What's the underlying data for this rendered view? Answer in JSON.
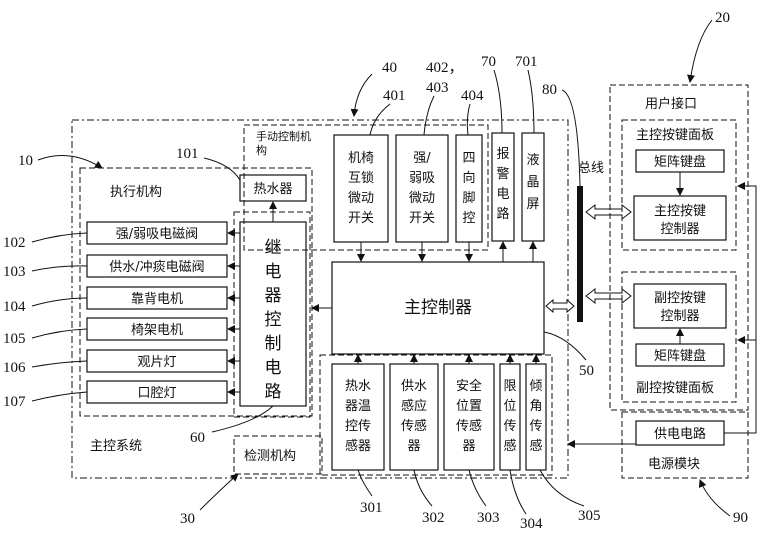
{
  "figure": {
    "user_interface": "用户接口",
    "main_panel": "主控按键面板",
    "sub_panel": "副控按键面板",
    "matrix_keypad": "矩阵键盘",
    "main_key_controller": [
      "主控按键",
      "控制器"
    ],
    "sub_key_controller": [
      "副控按键",
      "控制器"
    ],
    "power_circuit": "供电电路",
    "power_module": "电源模块",
    "bus": "总线",
    "actuator": "执行机构",
    "water_heater": "热水器",
    "actuators": [
      "强/弱吸电磁阀",
      "供水/冲痰电磁阀",
      "靠背电机",
      "椅架电机",
      "观片灯",
      "口腔灯"
    ],
    "relay_circuit": [
      "继",
      "电",
      "器",
      "控",
      "制",
      "电",
      "路"
    ],
    "main_controller": "主控制器",
    "main_system": "主控系统",
    "detection": "检测机构",
    "manual_control": [
      "手动控制机",
      "构"
    ],
    "interlock_switch": [
      "机椅",
      "互锁",
      "微动",
      "开关"
    ],
    "suction_switch": [
      "强/",
      "弱吸",
      "微动",
      "开关"
    ],
    "foot_control": [
      "四",
      "向",
      "脚",
      "控"
    ],
    "alarm_circuit": [
      "报",
      "警",
      "电",
      "路"
    ],
    "lcd": [
      "液",
      "晶",
      "屏"
    ],
    "sensor_heater": [
      "热水",
      "器温",
      "控传",
      "感器"
    ],
    "sensor_water": [
      "供水",
      "感应",
      "传感",
      "器"
    ],
    "sensor_safety": [
      "安全",
      "位置",
      "传感",
      "器"
    ],
    "sensor_limit": [
      "限",
      "位",
      "传",
      "感"
    ],
    "sensor_tilt": [
      "倾",
      "角",
      "传",
      "感"
    ]
  },
  "refs": {
    "r10": "10",
    "r20": "20",
    "r30": "30",
    "r40": "40",
    "r50": "50",
    "r60": "60",
    "r70": "70",
    "r80": "80",
    "r90": "90",
    "r101": "101",
    "r102": "102",
    "r103": "103",
    "r104": "104",
    "r105": "105",
    "r106": "106",
    "r107": "107",
    "r301": "301",
    "r302": "302",
    "r303": "303",
    "r304": "304",
    "r305": "305",
    "r401": "401",
    "r402": "402，",
    "r403": "403",
    "r404": "404",
    "r701": "701"
  }
}
